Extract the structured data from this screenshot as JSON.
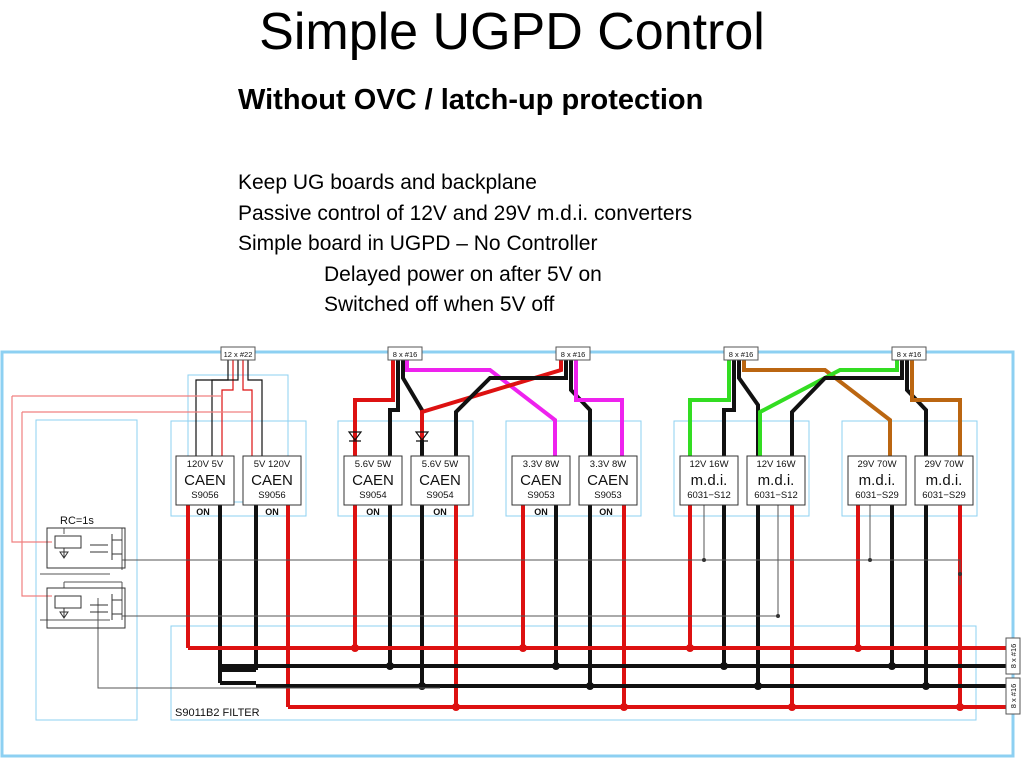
{
  "title": "Simple UGPD Control",
  "subtitle": "Without OVC / latch-up protection",
  "bullets": [
    {
      "text": "Keep UG boards and backplane",
      "indent": false
    },
    {
      "text": "Passive control of 12V and 29V m.d.i. converters",
      "indent": false
    },
    {
      "text": "Simple board in UGPD – No Controller",
      "indent": false
    },
    {
      "text": "Delayed power on after 5V on",
      "indent": true
    },
    {
      "text": "Switched off when 5V off",
      "indent": true
    }
  ],
  "diagram": {
    "connectors_top": [
      "12 x #22",
      "8 x #16",
      "8 x #16",
      "8 x #16",
      "8 x #16"
    ],
    "connectors_right": [
      "8 x #16",
      "8 x #16"
    ],
    "rc_label": "RC=1s",
    "filter_label": "S9011B2  FILTER",
    "modules": [
      {
        "rating": "120V  5V",
        "brand": "CAEN",
        "model": "S9056",
        "status": "ON"
      },
      {
        "rating": "5V  120V",
        "brand": "CAEN",
        "model": "S9056",
        "status": "ON"
      },
      {
        "rating": "5.6V  5W",
        "brand": "CAEN",
        "model": "S9054",
        "status": "ON"
      },
      {
        "rating": "5.6V  5W",
        "brand": "CAEN",
        "model": "S9054",
        "status": "ON"
      },
      {
        "rating": "3.3V  8W",
        "brand": "CAEN",
        "model": "S9053",
        "status": "ON"
      },
      {
        "rating": "3.3V  8W",
        "brand": "CAEN",
        "model": "S9053",
        "status": "ON"
      },
      {
        "rating": "12V 16W",
        "brand": "m.d.i.",
        "model": "6031−S12",
        "status": ""
      },
      {
        "rating": "12V 16W",
        "brand": "m.d.i.",
        "model": "6031−S12",
        "status": ""
      },
      {
        "rating": "29V 70W",
        "brand": "m.d.i.",
        "model": "6031−S29",
        "status": ""
      },
      {
        "rating": "29V 70W",
        "brand": "m.d.i.",
        "model": "6031−S29",
        "status": ""
      }
    ],
    "colors": {
      "frame": "#8dd0f2",
      "red": "#dd1111",
      "black": "#111111",
      "magenta": "#ee22ee",
      "green": "#33dd22",
      "brown": "#bb6611",
      "pink": "#f08080",
      "grey": "#555555"
    }
  }
}
